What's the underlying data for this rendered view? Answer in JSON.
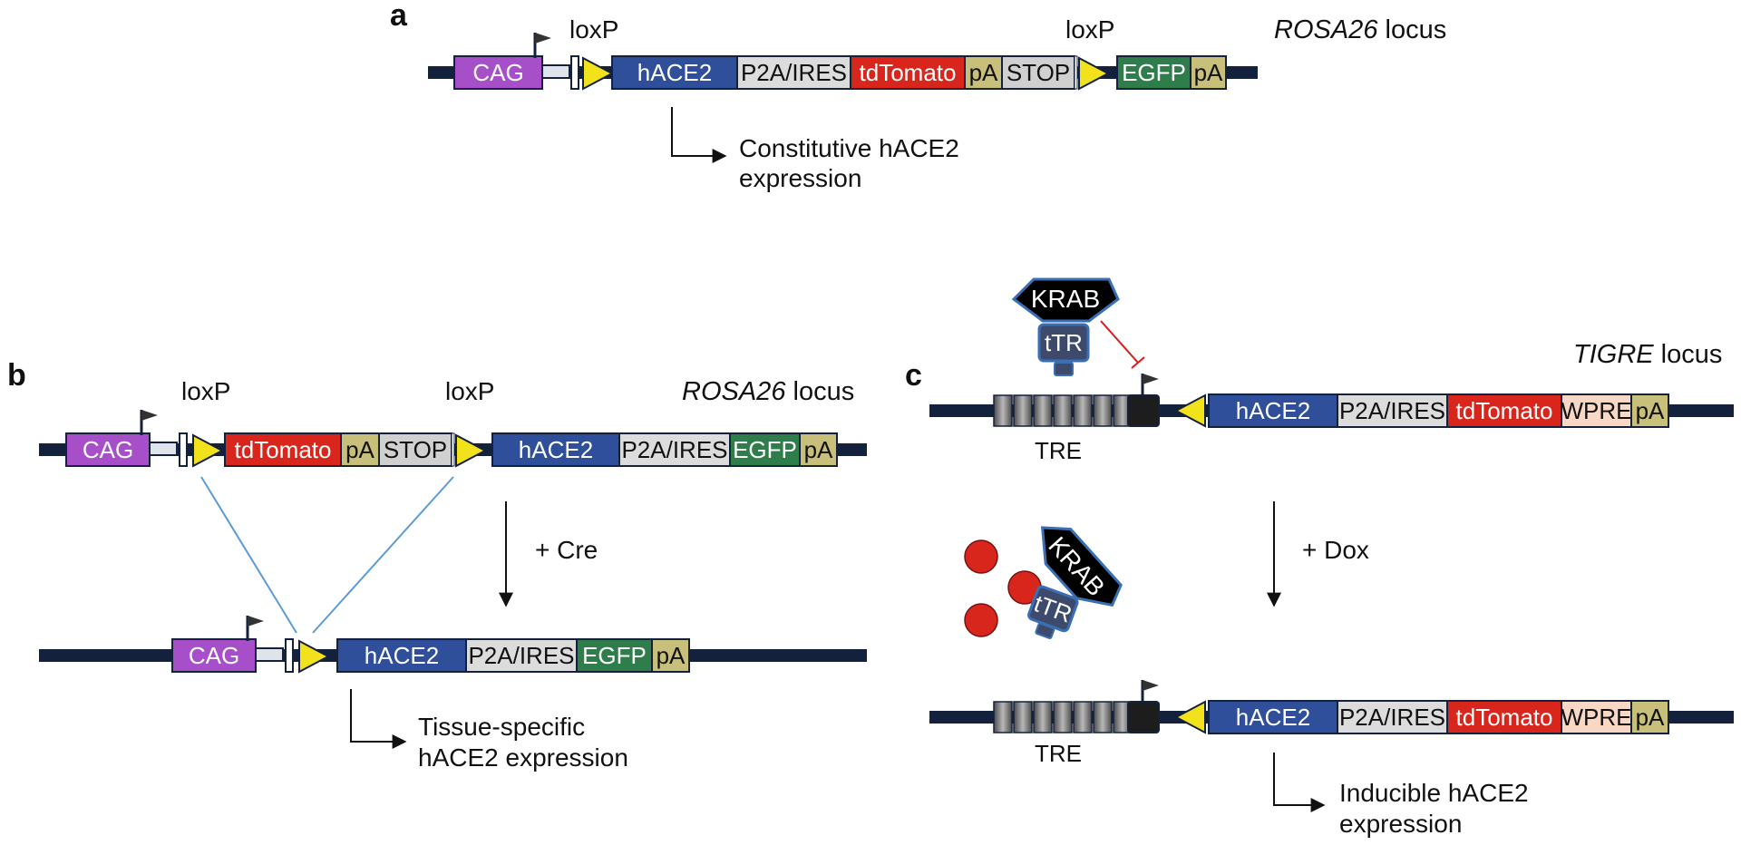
{
  "panels": {
    "a": {
      "letter": "a",
      "locus_name": "ROSA26",
      "locus_word": " locus",
      "loxp_1": "loxP",
      "loxp_2": "loxP",
      "segments": [
        "CAG",
        "hACE2",
        "P2A/IRES",
        "tdTomato",
        "pA",
        "STOP",
        "EGFP",
        "pA"
      ],
      "expression": [
        "Constitutive hACE2",
        "expression"
      ]
    },
    "b": {
      "letter": "b",
      "locus_name": "ROSA26",
      "locus_word": " locus",
      "loxp_1": "loxP",
      "loxp_2": "loxP",
      "top_segments": [
        "CAG",
        "tdTomato",
        "pA",
        "STOP",
        "hACE2",
        "P2A/IRES",
        "EGFP",
        "pA"
      ],
      "step": "+ Cre",
      "bottom_segments": [
        "CAG",
        "hACE2",
        "P2A/IRES",
        "EGFP",
        "pA"
      ],
      "expression": [
        "Tissue-specific",
        "hACE2 expression"
      ]
    },
    "c": {
      "letter": "c",
      "locus_name": "TIGRE",
      "locus_word": " locus",
      "repressor": "KRAB",
      "ttr": "tTR",
      "tre": "TRE",
      "segments": [
        "hACE2",
        "P2A/IRES",
        "tdTomato",
        "WPRE",
        "pA"
      ],
      "step": "+ Dox",
      "tre_bottom": "TRE",
      "bottom_segments": [
        "hACE2",
        "P2A/IRES",
        "tdTomato",
        "WPRE",
        "pA"
      ],
      "expression": [
        "Inducible hACE2",
        "expression"
      ]
    }
  },
  "colors": {
    "backbone": "#14213d",
    "cag": "#a64fc9",
    "hace2": "#2f4f9a",
    "p2a": "#dcdcdc",
    "tdtomato": "#d9261c",
    "pa": "#c8c07a",
    "stop": "#d0d0d0",
    "egfp": "#2f7d4a",
    "wpre": "#f8d8c4",
    "loxp": "#f2e21c",
    "krab": "#000000",
    "ttr": "#3d4a6b",
    "dox": "#d8261c",
    "repression": "#d81c1c",
    "recombination": "#5b9bd5"
  }
}
